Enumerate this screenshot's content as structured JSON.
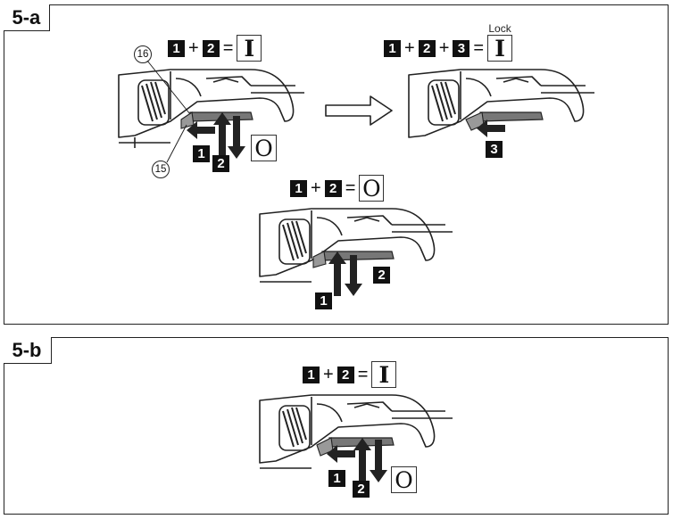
{
  "figure_a": {
    "tab": "5-a",
    "top_left": {
      "steps": [
        "1",
        "2"
      ],
      "plus": "+",
      "equals": "=",
      "result": "I"
    },
    "top_right": {
      "steps": [
        "1",
        "2",
        "3"
      ],
      "plus": "+",
      "equals": "=",
      "result": "I",
      "result_label": "Lock"
    },
    "bottom": {
      "steps": [
        "1",
        "2"
      ],
      "plus": "+",
      "equals": "=",
      "result": "O"
    },
    "callouts": {
      "part_16": "16",
      "part_15": "15"
    },
    "markers": {
      "a1": "1",
      "a2": "2",
      "a_off": "O",
      "b3": "3",
      "c1": "1",
      "c2": "2"
    }
  },
  "figure_b": {
    "tab": "5-b",
    "eq": {
      "steps": [
        "1",
        "2"
      ],
      "plus": "+",
      "equals": "=",
      "result": "I"
    },
    "markers": {
      "m1": "1",
      "m2": "2",
      "off": "O"
    }
  }
}
